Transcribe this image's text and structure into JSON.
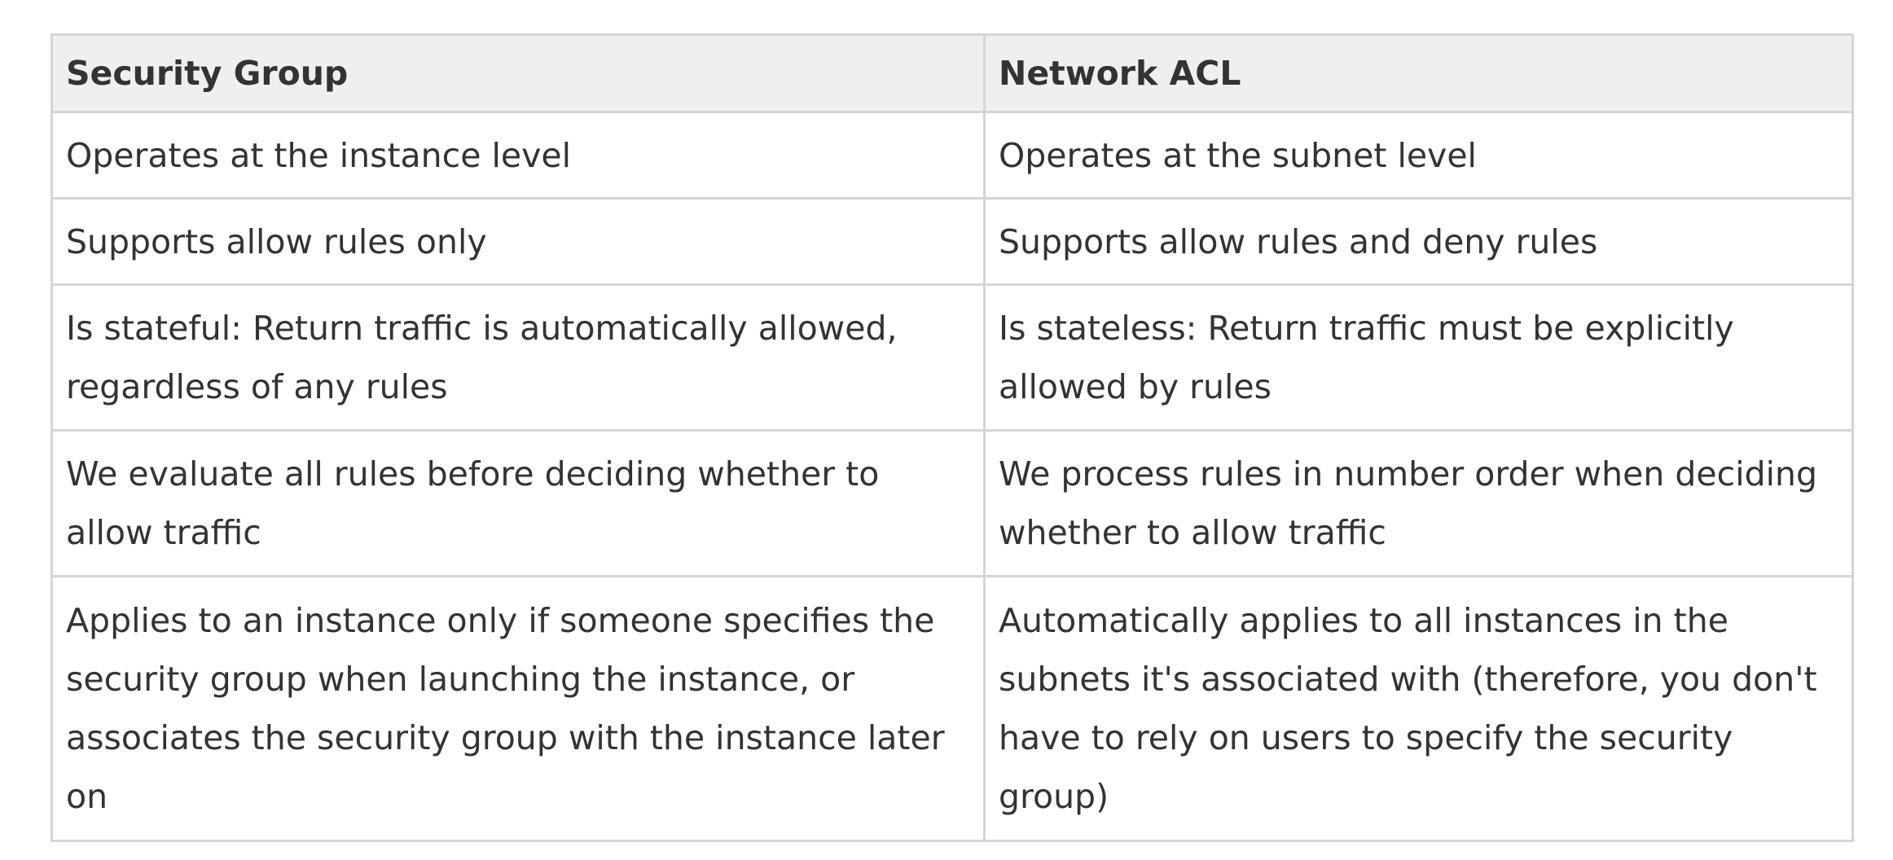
{
  "table": {
    "headers": [
      "Security Group",
      "Network ACL"
    ],
    "rows": [
      [
        "Operates at the instance level",
        "Operates at the subnet level"
      ],
      [
        "Supports allow rules only",
        "Supports allow rules and deny rules"
      ],
      [
        "Is stateful: Return traffic is automatically allowed, regardless of any rules",
        "Is stateless: Return traffic must be explicitly allowed by rules"
      ],
      [
        "We evaluate all rules before deciding whether to allow traffic",
        "We process rules in number order when deciding whether to allow traffic"
      ],
      [
        "Applies to an instance only if someone specifies the security group when launching the instance, or associates the security group with the instance later on",
        "Automatically applies to all instances in the subnets it's associated with (therefore, you don't have to rely on users to specify the security group)"
      ]
    ]
  }
}
